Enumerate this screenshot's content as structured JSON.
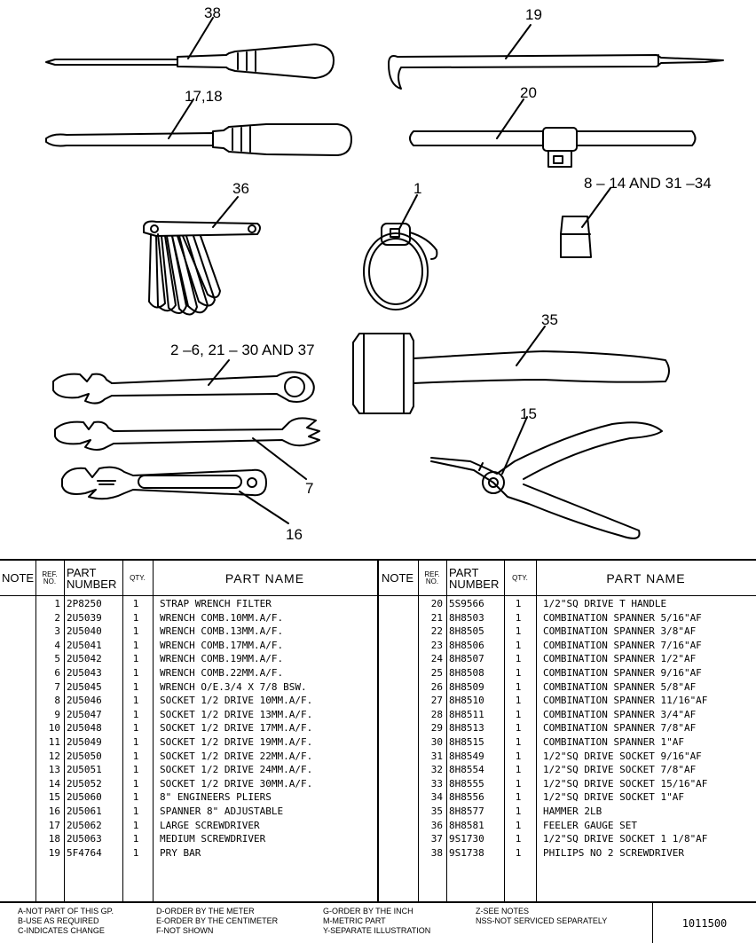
{
  "callouts": {
    "c38": "38",
    "c19": "19",
    "c17_18": "17,18",
    "c20": "20",
    "c36": "36",
    "c1": "1",
    "c8_14": "8 – 14  AND 31 –34",
    "c35": "35",
    "c2_6": "2 –6, 21 – 30   AND 37",
    "c15": "15",
    "c7": "7",
    "c16": "16"
  },
  "table": {
    "headers": {
      "note": "NOTE",
      "ref_line1": "REF.",
      "ref_line2": "NO.",
      "part_line1": "PART",
      "part_line2": "NUMBER",
      "qty": "QTY.",
      "name": "PART NAME"
    },
    "left_rows": [
      {
        "ref": "1",
        "part": "2P8250",
        "qty": "1",
        "name": "STRAP WRENCH FILTER"
      },
      {
        "ref": "2",
        "part": "2U5039",
        "qty": "1",
        "name": "WRENCH COMB.10MM.A/F."
      },
      {
        "ref": "3",
        "part": "2U5040",
        "qty": "1",
        "name": "WRENCH COMB.13MM.A/F."
      },
      {
        "ref": "4",
        "part": "2U5041",
        "qty": "1",
        "name": "WRENCH COMB.17MM.A/F."
      },
      {
        "ref": "5",
        "part": "2U5042",
        "qty": "1",
        "name": "WRENCH COMB.19MM.A/F."
      },
      {
        "ref": "6",
        "part": "2U5043",
        "qty": "1",
        "name": "WRENCH COMB.22MM.A/F."
      },
      {
        "ref": "7",
        "part": "2U5045",
        "qty": "1",
        "name": "WRENCH O/E.3/4 X 7/8 BSW."
      },
      {
        "ref": "8",
        "part": "2U5046",
        "qty": "1",
        "name": "SOCKET 1/2 DRIVE 10MM.A/F."
      },
      {
        "ref": "9",
        "part": "2U5047",
        "qty": "1",
        "name": "SOCKET 1/2 DRIVE 13MM.A/F."
      },
      {
        "ref": "10",
        "part": "2U5048",
        "qty": "1",
        "name": "SOCKET 1/2 DRIVE 17MM.A/F."
      },
      {
        "ref": "11",
        "part": "2U5049",
        "qty": "1",
        "name": "SOCKET 1/2 DRIVE 19MM.A/F."
      },
      {
        "ref": "12",
        "part": "2U5050",
        "qty": "1",
        "name": "SOCKET 1/2 DRIVE 22MM.A/F."
      },
      {
        "ref": "13",
        "part": "2U5051",
        "qty": "1",
        "name": "SOCKET 1/2 DRIVE 24MM.A/F."
      },
      {
        "ref": "14",
        "part": "2U5052",
        "qty": "1",
        "name": "SOCKET 1/2 DRIVE 30MM.A/F."
      },
      {
        "ref": "15",
        "part": "2U5060",
        "qty": "1",
        "name": "8\" ENGINEERS PLIERS"
      },
      {
        "ref": "16",
        "part": "2U5061",
        "qty": "1",
        "name": "SPANNER 8\" ADJUSTABLE"
      },
      {
        "ref": "17",
        "part": "2U5062",
        "qty": "1",
        "name": "LARGE SCREWDRIVER"
      },
      {
        "ref": "18",
        "part": "2U5063",
        "qty": "1",
        "name": "MEDIUM SCREWDRIVER"
      },
      {
        "ref": "19",
        "part": "5F4764",
        "qty": "1",
        "name": "PRY BAR"
      }
    ],
    "right_rows": [
      {
        "ref": "20",
        "part": "5S9566",
        "qty": "1",
        "name": "1/2\"SQ DRIVE T HANDLE"
      },
      {
        "ref": "21",
        "part": "8H8503",
        "qty": "1",
        "name": "COMBINATION SPANNER 5/16\"AF"
      },
      {
        "ref": "22",
        "part": "8H8505",
        "qty": "1",
        "name": "COMBINATION SPANNER 3/8\"AF"
      },
      {
        "ref": "23",
        "part": "8H8506",
        "qty": "1",
        "name": "COMBINATION SPANNER 7/16\"AF"
      },
      {
        "ref": "24",
        "part": "8H8507",
        "qty": "1",
        "name": "COMBINATION SPANNER 1/2\"AF"
      },
      {
        "ref": "25",
        "part": "8H8508",
        "qty": "1",
        "name": "COMBINATION SPANNER 9/16\"AF"
      },
      {
        "ref": "26",
        "part": "8H8509",
        "qty": "1",
        "name": "COMBINATION SPANNER 5/8\"AF"
      },
      {
        "ref": "27",
        "part": "8H8510",
        "qty": "1",
        "name": "COMBINATION SPANNER 11/16\"AF"
      },
      {
        "ref": "28",
        "part": "8H8511",
        "qty": "1",
        "name": "COMBINATION SPANNER 3/4\"AF"
      },
      {
        "ref": "29",
        "part": "8H8513",
        "qty": "1",
        "name": "COMBINATION SPANNER 7/8\"AF"
      },
      {
        "ref": "30",
        "part": "8H8515",
        "qty": "1",
        "name": "COMBINATION SPANNER 1\"AF"
      },
      {
        "ref": "31",
        "part": "8H8549",
        "qty": "1",
        "name": "1/2\"SQ DRIVE SOCKET 9/16\"AF"
      },
      {
        "ref": "32",
        "part": "8H8554",
        "qty": "1",
        "name": "1/2\"SQ DRIVE SOCKET 7/8\"AF"
      },
      {
        "ref": "33",
        "part": "8H8555",
        "qty": "1",
        "name": "1/2\"SQ DRIVE SOCKET 15/16\"AF"
      },
      {
        "ref": "34",
        "part": "8H8556",
        "qty": "1",
        "name": "1/2\"SQ DRIVE SOCKET 1\"AF"
      },
      {
        "ref": "35",
        "part": "8H8577",
        "qty": "1",
        "name": "HAMMER 2LB"
      },
      {
        "ref": "36",
        "part": "8H8581",
        "qty": "1",
        "name": "FEELER GAUGE SET"
      },
      {
        "ref": "37",
        "part": "9S1730",
        "qty": "1",
        "name": "1/2\"SQ DRIVE SOCKET 1 1/8\"AF"
      },
      {
        "ref": "38",
        "part": "9S1738",
        "qty": "1",
        "name": "PHILIPS NO 2 SCREWDRIVER"
      }
    ]
  },
  "legend": {
    "col1": [
      "A-NOT PART OF THIS GP.",
      "B-USE AS REQUIRED",
      "C-INDICATES CHANGE"
    ],
    "col2": [
      "D-ORDER BY THE METER",
      "E-ORDER BY THE CENTIMETER",
      "F-NOT SHOWN"
    ],
    "col3": [
      "G-ORDER BY THE INCH",
      "M-METRIC PART",
      "Y-SEPARATE ILLUSTRATION"
    ],
    "col4": [
      "Z-SEE NOTES",
      "NSS-NOT SERVICED SEPARATELY"
    ]
  },
  "doc_number": "1011500"
}
